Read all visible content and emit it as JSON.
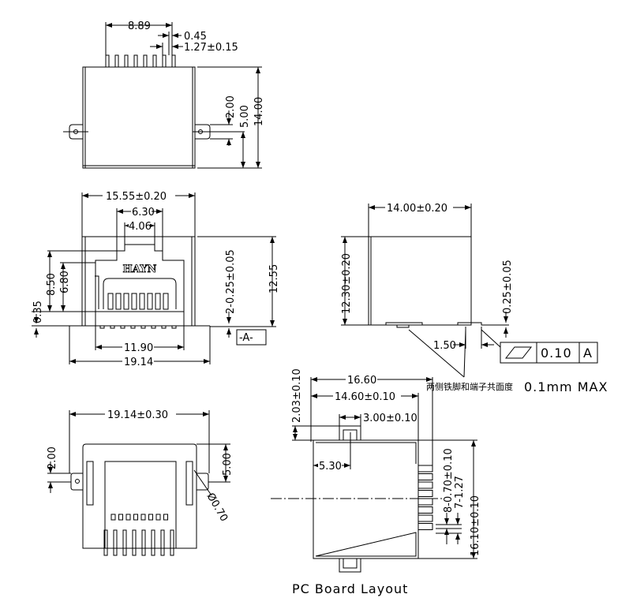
{
  "top_view": {
    "d_pins_span": "8.89",
    "d_pin_width": "0.45",
    "d_pin_pitch": "1.27±0.15",
    "d_depth": "14.00",
    "d_ear_pos": "5.00",
    "d_ear_width": "2.00"
  },
  "front_view": {
    "d_width": "15.55±0.20",
    "d_plug_top": "6.30",
    "d_plug_key": "4.06",
    "d_height": "12.55",
    "d_leg_thickness": "2-0.25±0.05",
    "d_offset": "0.35",
    "d_h1": "8.50",
    "d_h2": "6.80",
    "d_opening": "11.90",
    "d_overall": "19.14",
    "datum": "-A-",
    "logo": "HAYN"
  },
  "side_view": {
    "d_depth": "14.00±0.20",
    "d_height": "12.30±0.20",
    "d_leg": "0.25±0.05",
    "d_tab": "1.50",
    "fcf_value": "0.10",
    "fcf_datum": "A",
    "note_cn": "两侧铁脚和端子共面度",
    "note_value": "0.1mm  MAX"
  },
  "bottom_view": {
    "d_overall": "19.14±0.30",
    "d_ear": "2.00",
    "d_ear_pos": "5.00",
    "d_hole": "Ø0.70"
  },
  "pcb_layout": {
    "title": "PC Board Layout",
    "d_overall": "16.60",
    "d_body": "14.60±0.10",
    "d_tab": "3.00±0.10",
    "d_tab_pos": "5.30",
    "d_tab_h": "2.03±0.10",
    "d_height": "16.10±0.10",
    "d_pads": "8-0.70±0.10",
    "d_pitch": "7-1.27"
  }
}
